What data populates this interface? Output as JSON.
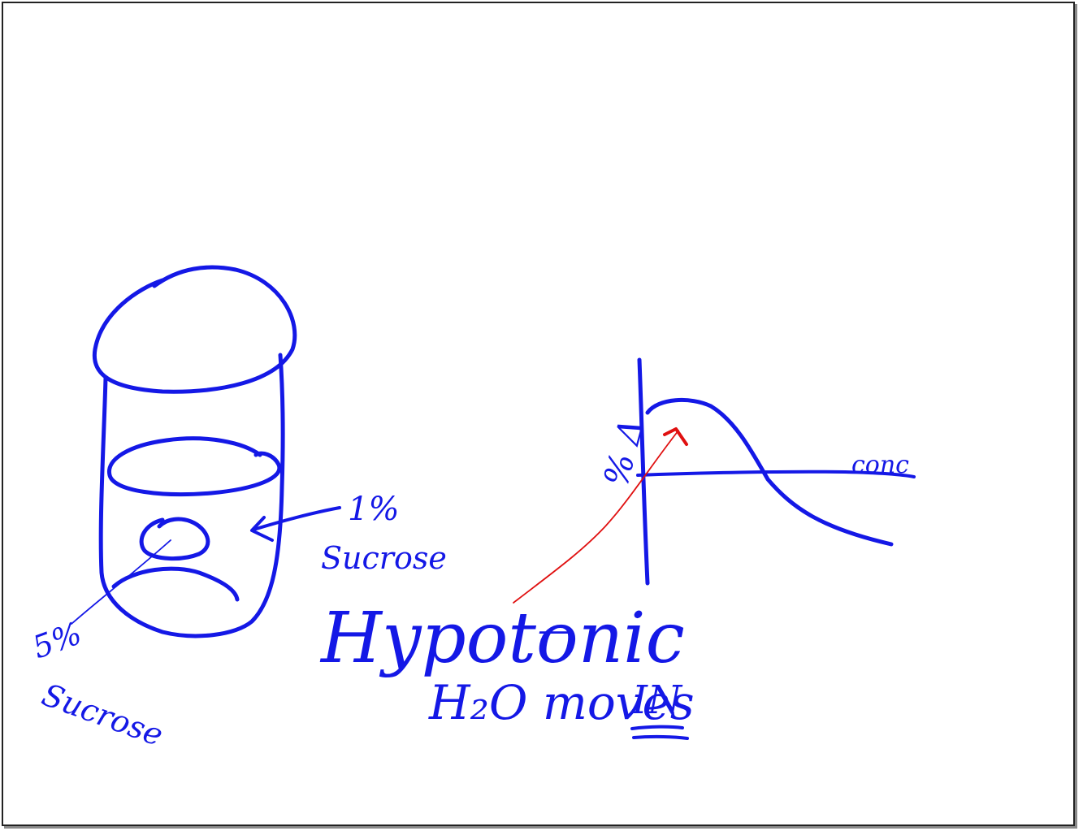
{
  "colors": {
    "ink_blue": "#1418e6",
    "ink_red": "#e01010",
    "frame": "#222222",
    "background": "#ffffff"
  },
  "labels": {
    "one_percent": "1%",
    "sucrose_outside": "Sucrose",
    "five_percent": "5%",
    "sucrose_inside": "Sucrose",
    "hypotonic": "Hypotonic",
    "dash": "—",
    "water_moves": "H₂O moves",
    "in_word": "IN",
    "percent_delta": "% Δ",
    "conc": "conc"
  }
}
